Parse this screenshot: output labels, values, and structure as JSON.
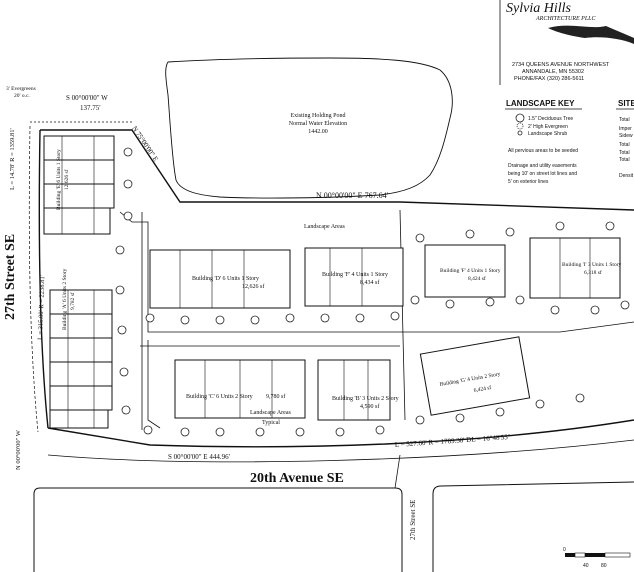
{
  "firm": {
    "name": "Sylvia Hills",
    "subtitle": "ARCHITECTURE PLLC",
    "address1": "2734 QUEENS AVENUE NORTHWEST",
    "address2": "ANNANDALE, MN 55302",
    "phone": "PHONE/FAX (320) 286-5611"
  },
  "landscape_key": {
    "title": "LANDSCAPE KEY",
    "items": [
      "1.5\" Deciduous Tree",
      "2' High Evergreen",
      "Landscape Shrub"
    ],
    "note1": "All pervious areas to be seeded",
    "note2": "Drainage and utility easements being 10' on street lot lines and 5' on exterior lines"
  },
  "site_key": {
    "title": "SITE",
    "rows": [
      "Total",
      "Imper",
      "Sidew",
      "Total",
      "Total",
      "Total",
      "Densit"
    ]
  },
  "streets": {
    "west": "27th Street SE",
    "south": "20th Avenue SE",
    "east": "27th Street SE"
  },
  "pond": {
    "line1": "Existing Holding Pond",
    "line2": "Normal Water Elevation",
    "line3": "1442.00"
  },
  "bearings": {
    "top_west": "S 00°00'00\" W",
    "top_west_len": "137.75'",
    "evergreens": "3' Evergreens",
    "evergreens_oc": "20' o.c.",
    "northeast": "N 75°00'00\" E",
    "north_main": "N 00°00'00\" E  767.64'",
    "south_main": "S 00°00'00\" E   444.96'",
    "curve_south": "L = 527.60'  R = 1789.38'  DL = 16°48'55\"",
    "curve_west_upper": "L = 14.78'  R = 1359.81'",
    "curve_west_lower": "L = 315.00'  R = 2238.81'",
    "west_lower": "N 00°00'00\" W"
  },
  "buildings": [
    {
      "label": "Building 'D'  6 Units  1 Story",
      "area": "12,626 sf"
    },
    {
      "label": "Building 'F'  4 Units  1 Story",
      "area": "8,434 sf"
    },
    {
      "label": "Building 'F'  4 Units  1 Story",
      "area": "8,424 sf"
    },
    {
      "label": "Building 'I'  3 Units  1 Story",
      "area": "6,318 sf"
    },
    {
      "label": "Building 'C'  6 Units  2 Story",
      "area": "9,780 sf"
    },
    {
      "label": "Building 'B'  3 Units  2 Story",
      "area": "4,590 sf"
    },
    {
      "label": "Building 'G'  4 Units  2 Story",
      "area": "6,424 sf"
    },
    {
      "label": "Building 'A'  6 Units  2 Story",
      "area": "9,782 sf"
    },
    {
      "label": "Building 'E'  6 Units  1 Story",
      "area": "12,626 sf"
    }
  ],
  "labels": {
    "landscape_areas": "Landscape Areas",
    "landscape_areas2": "Landscape Areas",
    "typical": "Typical"
  },
  "scale": {
    "zero": "0",
    "a": "40",
    "b": "80"
  }
}
